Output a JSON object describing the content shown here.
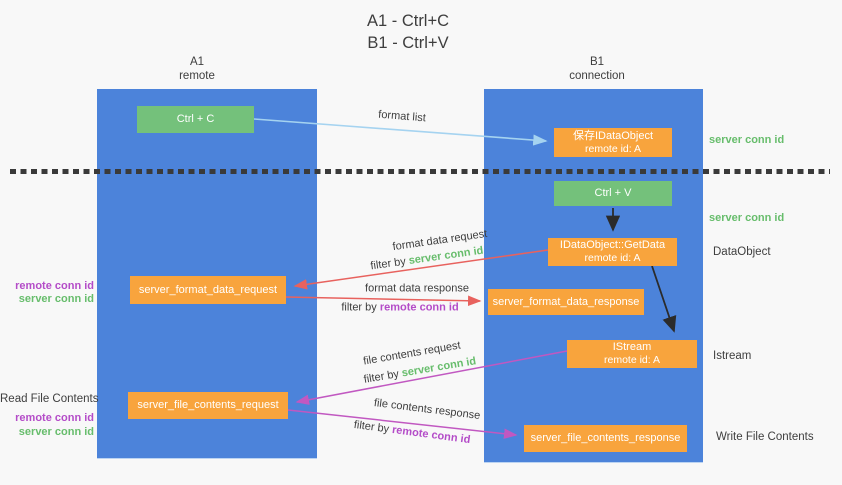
{
  "title": {
    "line1": "A1 - Ctrl+C",
    "line2": "B1 - Ctrl+V"
  },
  "columns": {
    "a": {
      "name": "A1",
      "subtitle": "remote"
    },
    "b": {
      "name": "B1",
      "subtitle": "connection"
    }
  },
  "nodes": {
    "ctrl_c": "Ctrl + C",
    "save_dataobject": {
      "line1": "保存IDataObject",
      "line2": "remote id: A"
    },
    "ctrl_v": "Ctrl + V",
    "getdata": {
      "line1": "IDataObject::GetData",
      "line2": "remote id: A"
    },
    "format_request": "server_format_data_request",
    "format_response": "server_format_data_response",
    "istream": {
      "line1": "IStream",
      "line2": "remote id: A"
    },
    "file_request": "server_file_contents_request",
    "file_response": "server_file_contents_response"
  },
  "left_labels": {
    "format_remote_conn": "remote conn id",
    "format_server_conn": "server conn id",
    "read_file_contents": "Read File Contents",
    "file_remote_conn": "remote conn id",
    "file_server_conn": "server conn id"
  },
  "right_labels": {
    "server_conn_top": "server conn id",
    "server_conn_mid": "server conn id",
    "dataobject": "DataObject",
    "istream": "Istream",
    "write_file_contents": "Write File Contents"
  },
  "arrow_labels": {
    "format_list": "format list",
    "format_data_request": "format data request",
    "format_data_response": "format data response",
    "file_contents_request": "file contents request",
    "file_contents_response": "file contents response",
    "filter_prefix": "filter by",
    "filter_server_conn": "server conn id",
    "filter_remote_conn": "remote conn id"
  },
  "colors": {
    "background": "#f8f8f8",
    "column_blue": "#4c83da",
    "box_green": "#74c17b",
    "box_orange": "#f8a43d",
    "arrow_lightblue": "#a5d3f0",
    "arrow_red": "#e8625e",
    "arrow_magenta": "#c158c1",
    "arrow_black": "#2b2b2b",
    "text_green": "#67bd6c",
    "text_purple": "#b44cc8",
    "text_dark": "#3e3e3e",
    "dotted_line": "#3a3a3a"
  }
}
